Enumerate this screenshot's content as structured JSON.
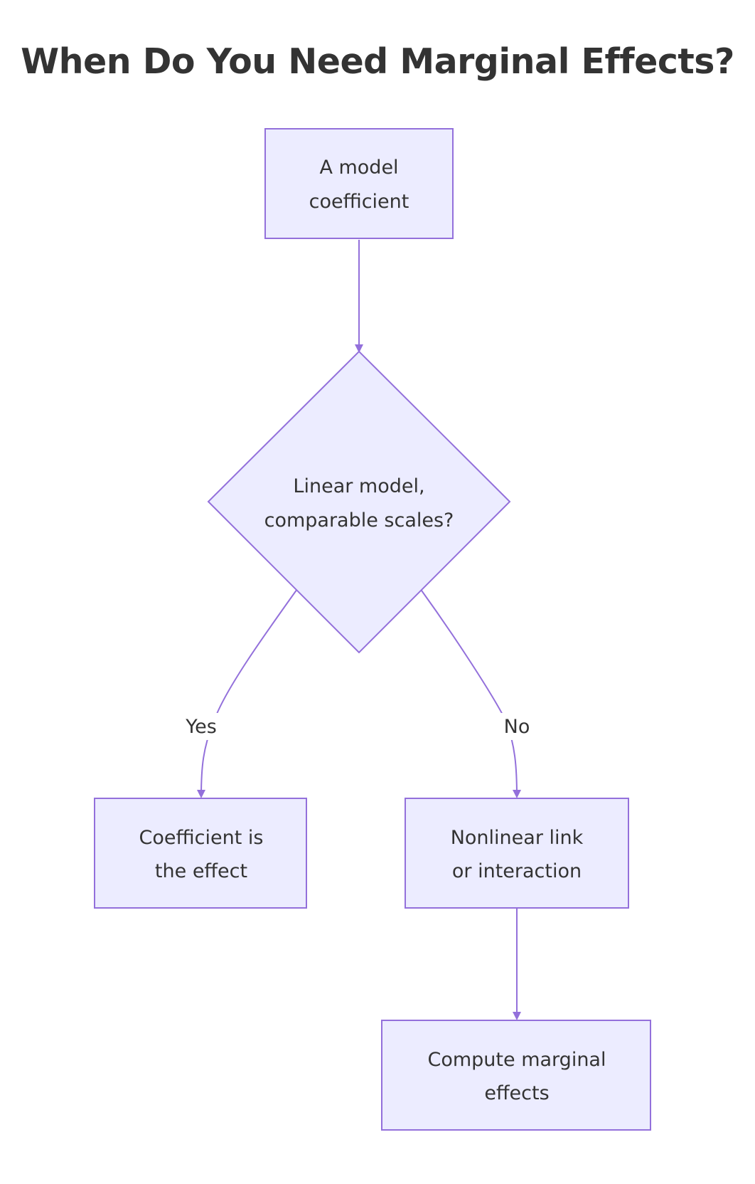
{
  "title": "When Do You Need Marginal Effects?",
  "colors": {
    "node_fill": "#ececff",
    "node_stroke": "#9370db",
    "edge": "#9370db",
    "text": "#333333",
    "label_bg": "#ffffff"
  },
  "nodes": {
    "start": {
      "line1": "A model",
      "line2": "coefficient"
    },
    "decision": {
      "line1": "Linear model,",
      "line2": "comparable scales?"
    },
    "yes_result": {
      "line1": "Coefficient is",
      "line2": "the effect"
    },
    "no_result": {
      "line1": "Nonlinear link",
      "line2": "or interaction"
    },
    "final": {
      "line1": "Compute marginal",
      "line2": "effects"
    }
  },
  "edges": {
    "yes_label": "Yes",
    "no_label": "No"
  }
}
